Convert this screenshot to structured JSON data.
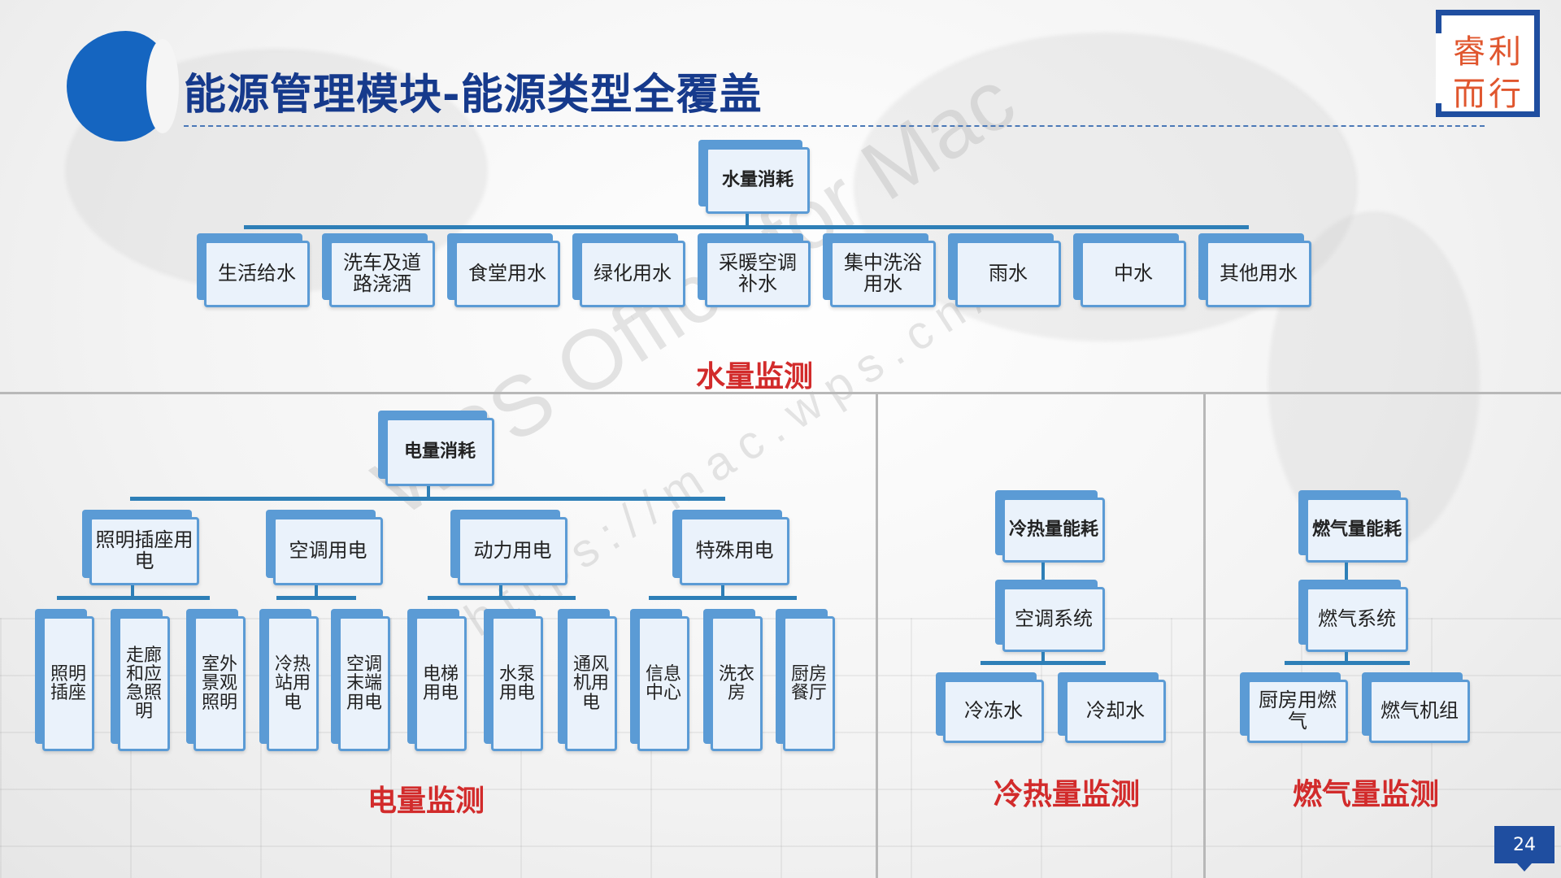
{
  "title": "能源管理模块-能源类型全覆盖",
  "logo": {
    "line1": "睿利",
    "line2": "而行"
  },
  "watermark": {
    "line1": "WPS Office for Mac",
    "line2": "https://mac.wps.cn/"
  },
  "page_number": "24",
  "water": {
    "root": "水量消耗",
    "children": [
      "生活给水",
      "洗车及道路浇洒",
      "食堂用水",
      "绿化用水",
      "采暖空调补水",
      "集中洗浴用水",
      "雨水",
      "中水",
      "其他用水"
    ],
    "label": "水量监测"
  },
  "electric": {
    "root": "电量消耗",
    "groups": [
      {
        "name": "照明插座用电",
        "children": [
          "照明插座",
          "走廊和应急照明",
          "室外景观照明"
        ]
      },
      {
        "name": "空调用电",
        "children": [
          "冷热站用电",
          "空调末端用电"
        ]
      },
      {
        "name": "动力用电",
        "children": [
          "电梯用电",
          "水泵用电",
          "通风机用电"
        ]
      },
      {
        "name": "特殊用电",
        "children": [
          "信息中心",
          "洗衣房",
          "厨房餐厅"
        ]
      }
    ],
    "label": "电量监测"
  },
  "heat": {
    "root": "冷热量能耗",
    "mid": "空调系统",
    "children": [
      "冷冻水",
      "冷却水"
    ],
    "label": "冷热量监测"
  },
  "gas": {
    "root": "燃气量能耗",
    "mid": "燃气系统",
    "children": [
      "厨房用燃气",
      "燃气机组"
    ],
    "label": "燃气量监测"
  },
  "colors": {
    "box_border": "#5b9bd5",
    "box_fill": "#eaf2fb",
    "connector": "#2e7fb7",
    "label": "#d22b2b",
    "title": "#163a8c",
    "brand": "#1f4ea0"
  }
}
